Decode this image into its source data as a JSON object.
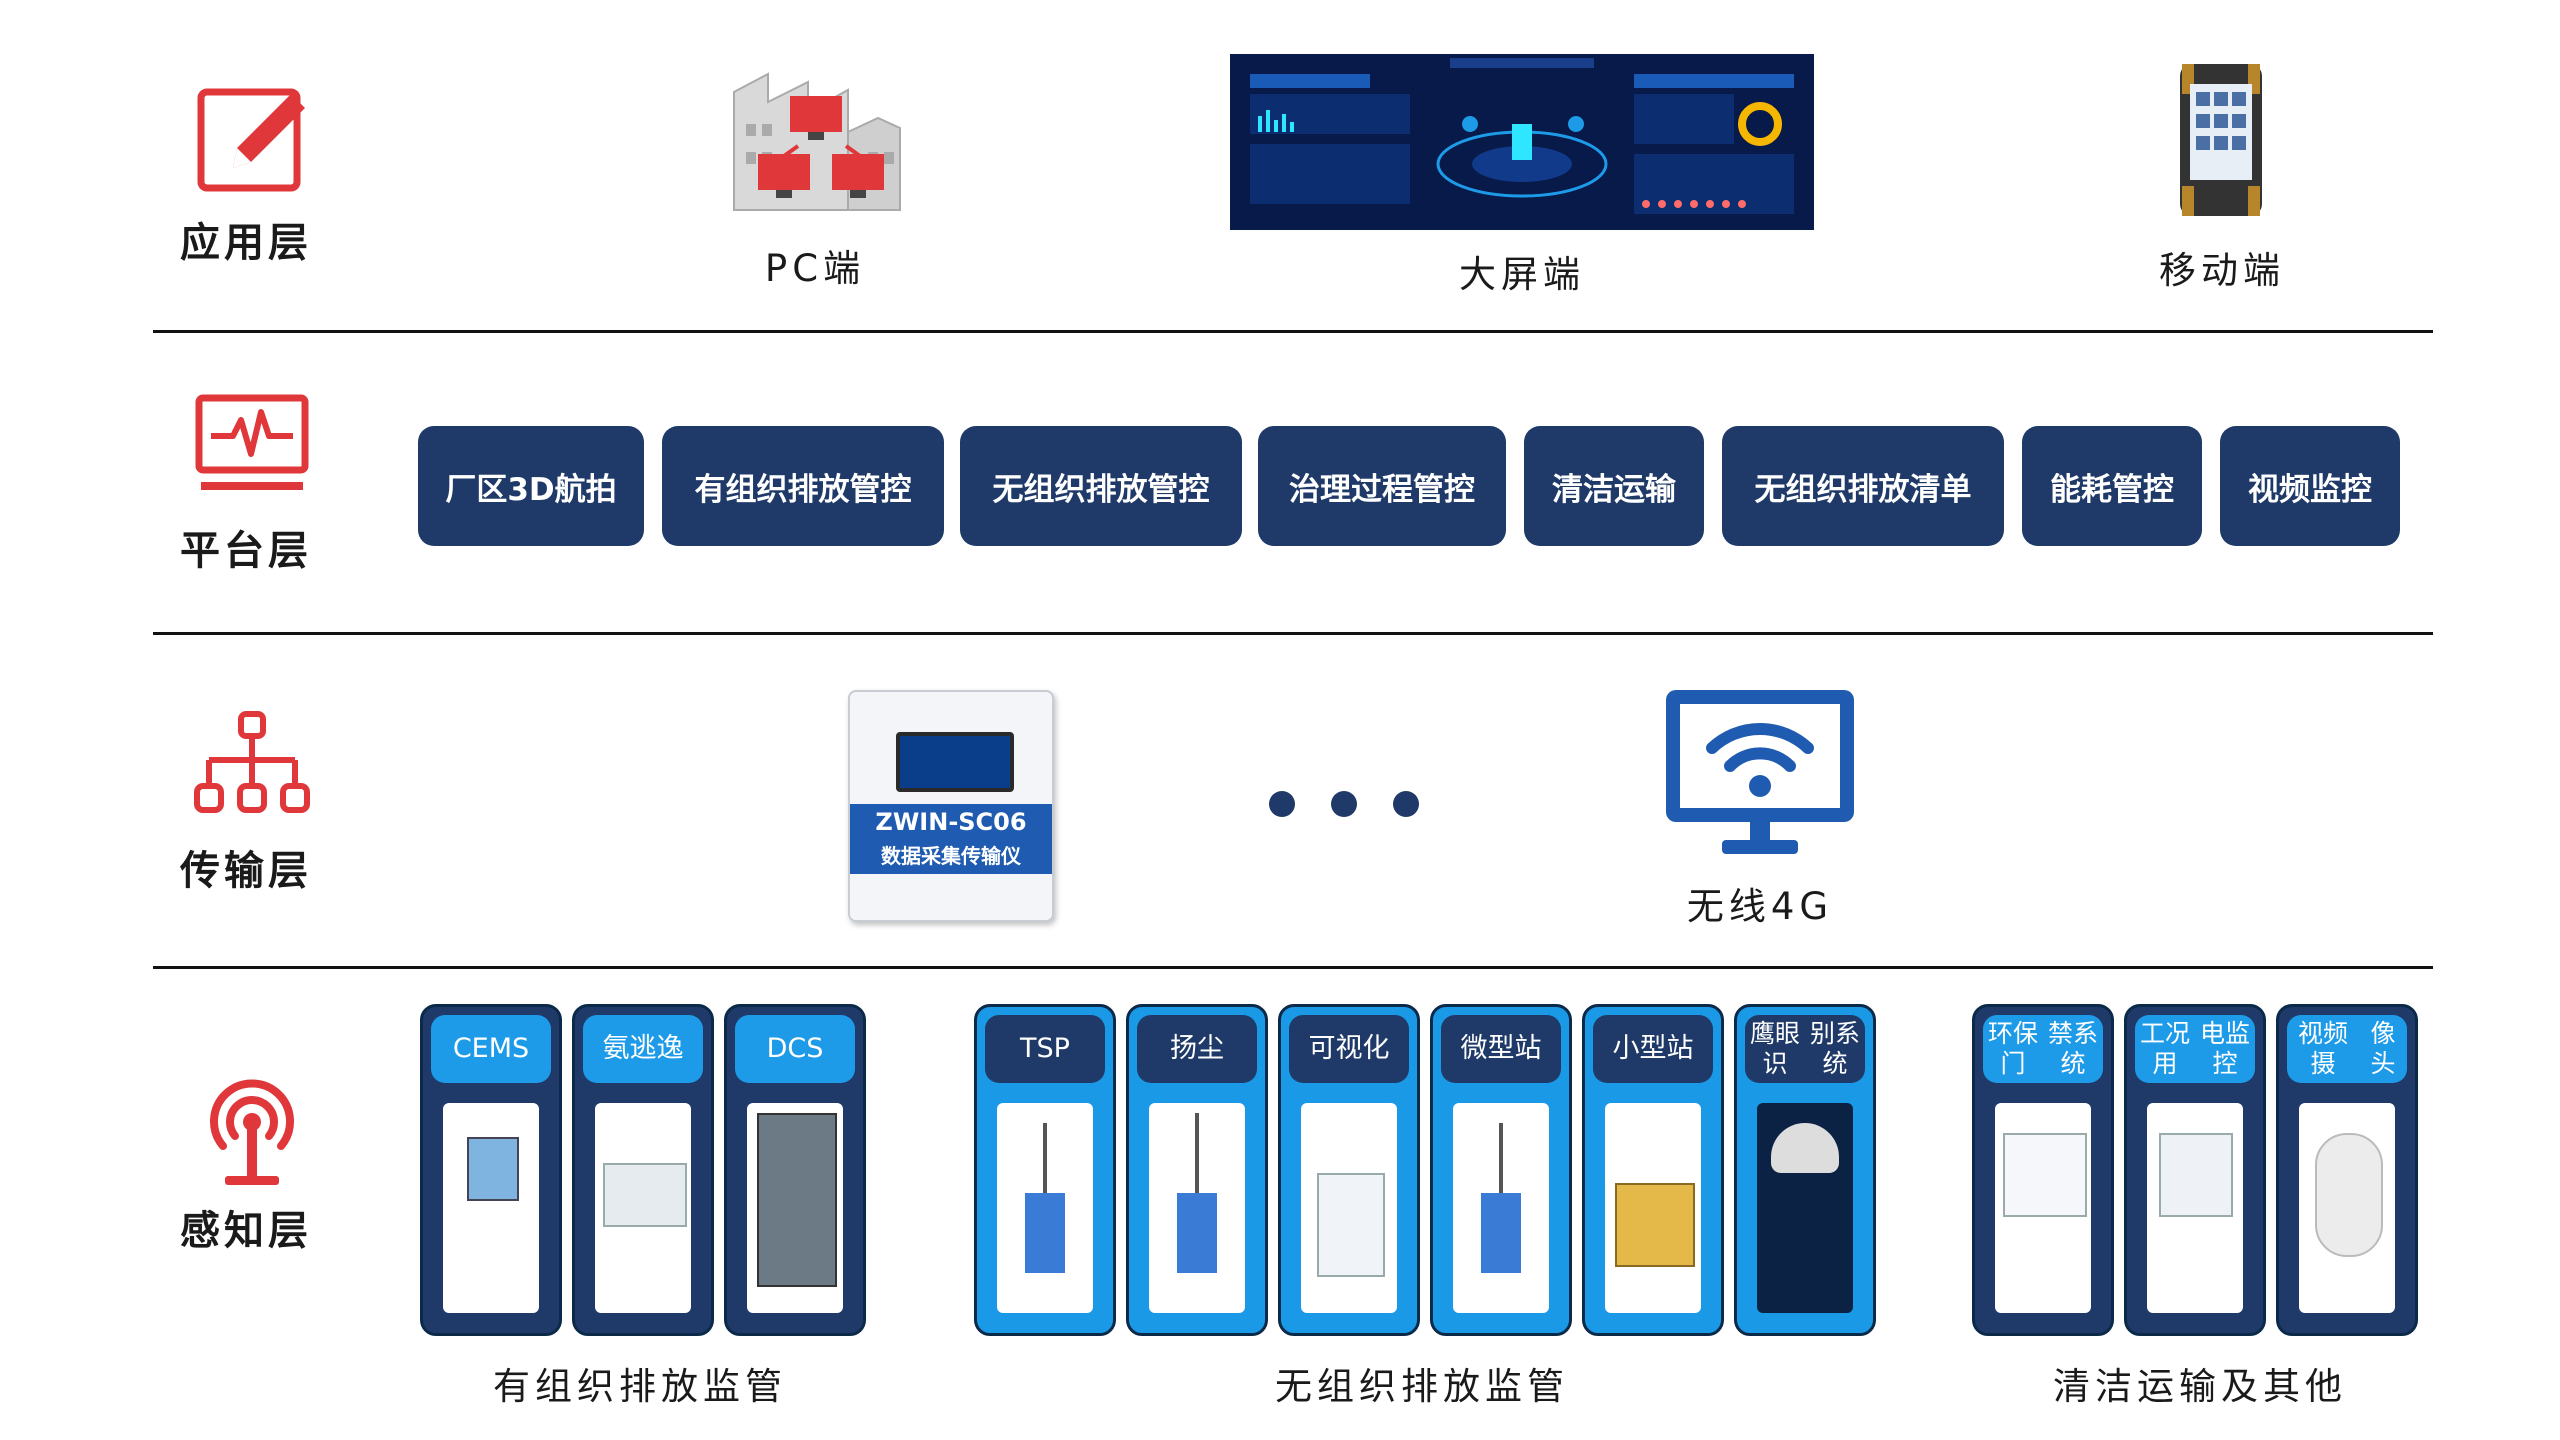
{
  "layers": {
    "application": "应用层",
    "platform": "平台层",
    "transport": "传输层",
    "perception": "感知层"
  },
  "application": {
    "pc_label": "PC端",
    "screen_label": "大屏端",
    "mobile_label": "移动端"
  },
  "platform": {
    "modules": [
      "厂区3D航拍",
      "有组织排放管控",
      "无组织排放管控",
      "治理过程管控",
      "清洁运输",
      "无组织排放清单",
      "能耗管控",
      "视频监控"
    ]
  },
  "transport": {
    "device_model": "ZWIN-SC06",
    "device_name": "数据采集传输仪",
    "wireless_label": "无线4G"
  },
  "perception": {
    "group1": {
      "title": "有组织排放监管",
      "items": [
        "CEMS",
        "氨逃逸",
        "DCS"
      ]
    },
    "group2": {
      "title": "无组织排放监管",
      "items": [
        "TSP",
        "扬尘",
        "可视化",
        "微型站",
        "小型站",
        "鹰眼识别系统"
      ]
    },
    "group3": {
      "title": "清洁运输及其他",
      "items": [
        "环保门禁系统",
        "工况用电监控",
        "视频摄像头"
      ]
    }
  },
  "colors": {
    "navy": "#1F3A68",
    "blue": "#1E9BE8",
    "red": "#E0373A"
  }
}
